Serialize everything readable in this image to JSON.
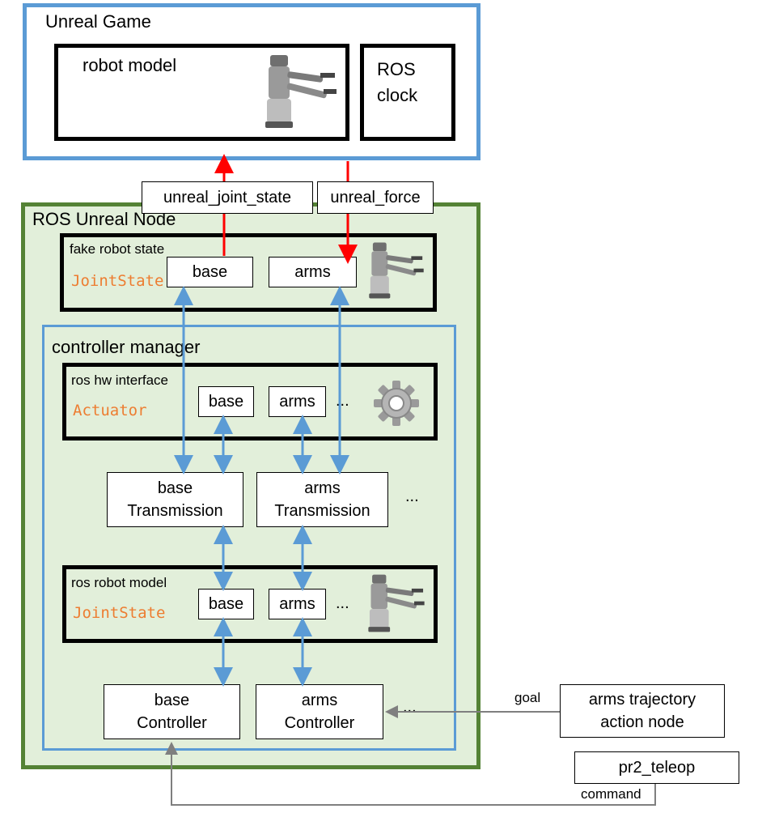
{
  "unreal_game": {
    "title": "Unreal Game",
    "robot_model": "robot model",
    "ros_clock": "ROS\nclock",
    "robot_icon": "pr2-robot-icon"
  },
  "topics": {
    "joint_state": "unreal_joint_state",
    "force": "unreal_force"
  },
  "ros_node": {
    "title": "ROS Unreal Node",
    "fake_state": {
      "label": "fake robot state",
      "type": "JointState",
      "base": "base",
      "arms": "arms",
      "robot_icon": "pr2-robot-icon"
    },
    "controller_manager": {
      "title": "controller manager",
      "hw_interface": {
        "label": "ros hw interface",
        "type": "Actuator",
        "base": "base",
        "arms": "arms",
        "ellipsis": "...",
        "gear_icon": "gear-icon"
      },
      "transmissions": {
        "base": "base\nTransmission",
        "arms": "arms\nTransmission",
        "ellipsis": "..."
      },
      "robot_model": {
        "label": "ros robot model",
        "type": "JointState",
        "base": "base",
        "arms": "arms",
        "ellipsis": "...",
        "robot_icon": "pr2-robot-icon"
      },
      "controllers": {
        "base": "base\nController",
        "arms": "arms\nController",
        "ellipsis": "..."
      }
    }
  },
  "external": {
    "trajectory_node": "arms trajectory\naction node",
    "goal_label": "goal",
    "teleop": "pr2_teleop",
    "command_label": "command"
  },
  "colors": {
    "blue": "#5b9bd5",
    "green": "#548235",
    "light_green": "#e2efda",
    "red": "#ff0000",
    "orange": "#ed7d31",
    "gray": "#7f7f7f"
  }
}
